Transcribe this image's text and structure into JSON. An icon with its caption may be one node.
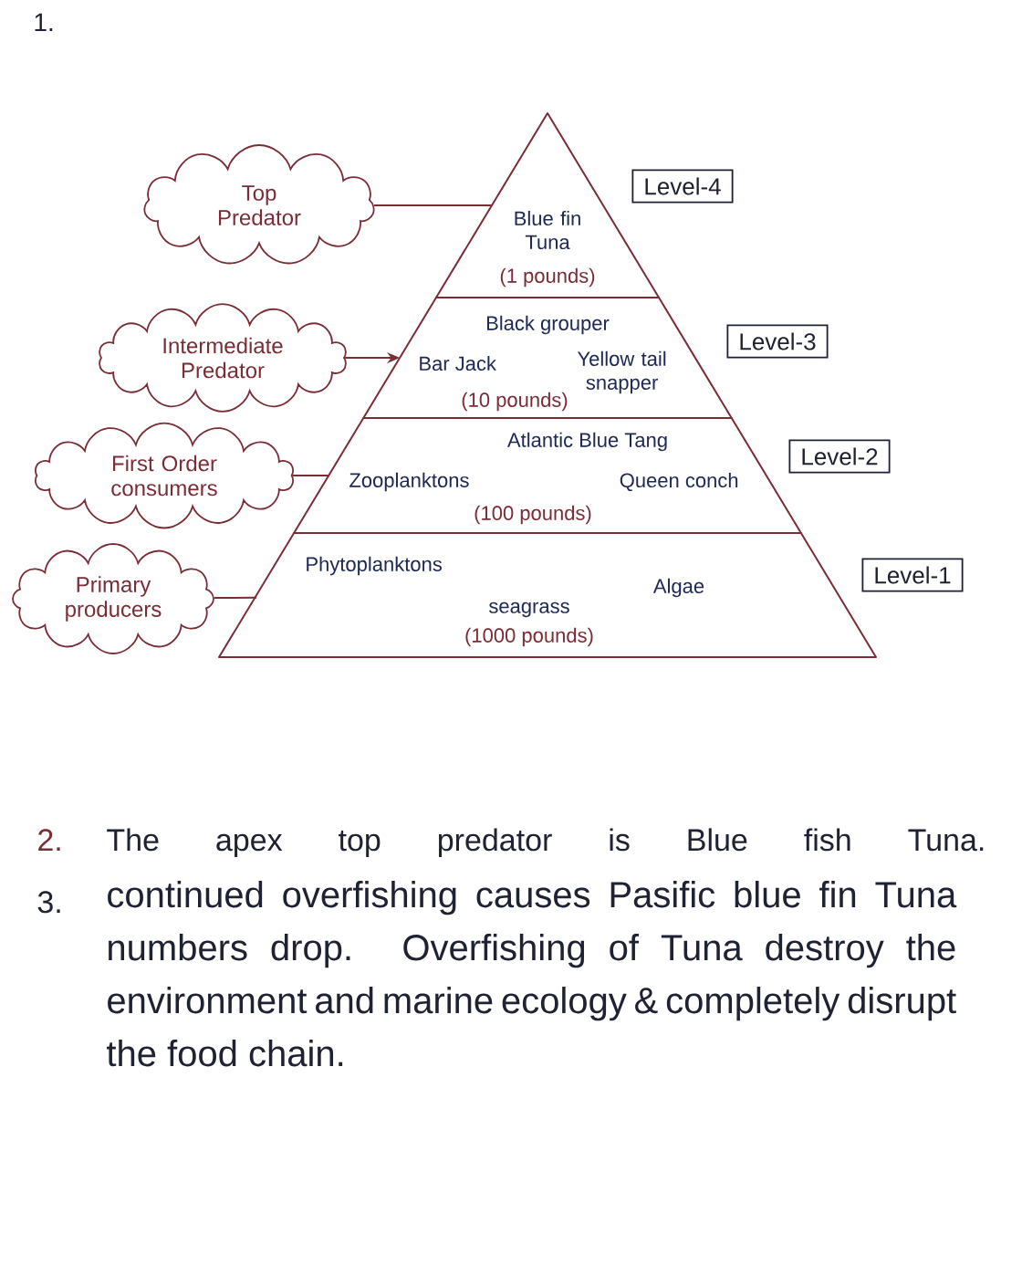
{
  "diagram": {
    "nodes": [
      {
        "text": [
          "Top Predator"
        ]
      },
      {
        "text": [
          "Intermediate Predator"
        ]
      },
      {
        "text": [
          "First Order consumers"
        ]
      },
      {
        "text": [
          "Primary producers"
        ]
      },
      {
        "text": [
          "Blue fin Tuna",
          "(1 pounds)"
        ]
      },
      {
        "text": [
          "Black grouper",
          "Bar Jack",
          "Yellow tail snapper",
          "(10 pounds)"
        ]
      },
      {
        "text": [
          "Atlantic Blue Tang",
          "Zooplanktons",
          "Queen conch",
          "(100 pounds)"
        ]
      },
      {
        "text": [
          "Phytoplanktons",
          "Algae",
          "seagrass",
          "(1000 pounds)"
        ]
      },
      {
        "text": [
          "Level-4"
        ]
      },
      {
        "text": [
          "Level-3"
        ]
      },
      {
        "text": [
          "Level-2"
        ]
      },
      {
        "text": [
          "Level-1"
        ]
      }
    ],
    "edges": [
      {
        "from": 0,
        "to": 4,
        "arrow": "none"
      },
      {
        "from": 1,
        "to": 5,
        "arrow": "to"
      },
      {
        "from": 2,
        "to": 6,
        "arrow": "none"
      },
      {
        "from": 3,
        "to": 7,
        "arrow": "none"
      }
    ],
    "labels": [
      "1.",
      "2.",
      "The apex top predator is Blue fish Tuna.",
      "3.",
      "continued overfishing causes Pasific blue fin Tuna numbers drop. Overfishing of Tuna destroy the environment and marine ecology & completely disrupt the food chain."
    ]
  }
}
